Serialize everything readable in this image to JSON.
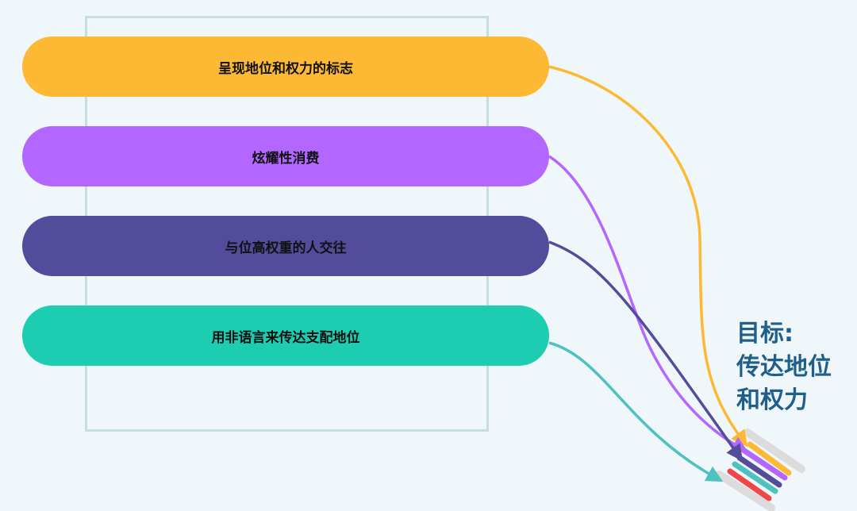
{
  "items": [
    {
      "label": "呈现地位和权力的标志",
      "color": "#fdb933"
    },
    {
      "label": "炫耀性消费",
      "color": "#b467ff"
    },
    {
      "label": "与位高权重的人交往",
      "color": "#524c9b"
    },
    {
      "label": "用非语言来传达支配地位",
      "color": "#1ccdb2"
    }
  ],
  "goal": {
    "line1": "目标:",
    "line2": "传达地位",
    "line3": "和权力"
  },
  "colors": {
    "frame": "#c6dee2",
    "goal_text": "#1f5f8b",
    "red": "#ef4747",
    "teal_arrow": "#4fc1c1",
    "gray": "#dcdcdc"
  }
}
